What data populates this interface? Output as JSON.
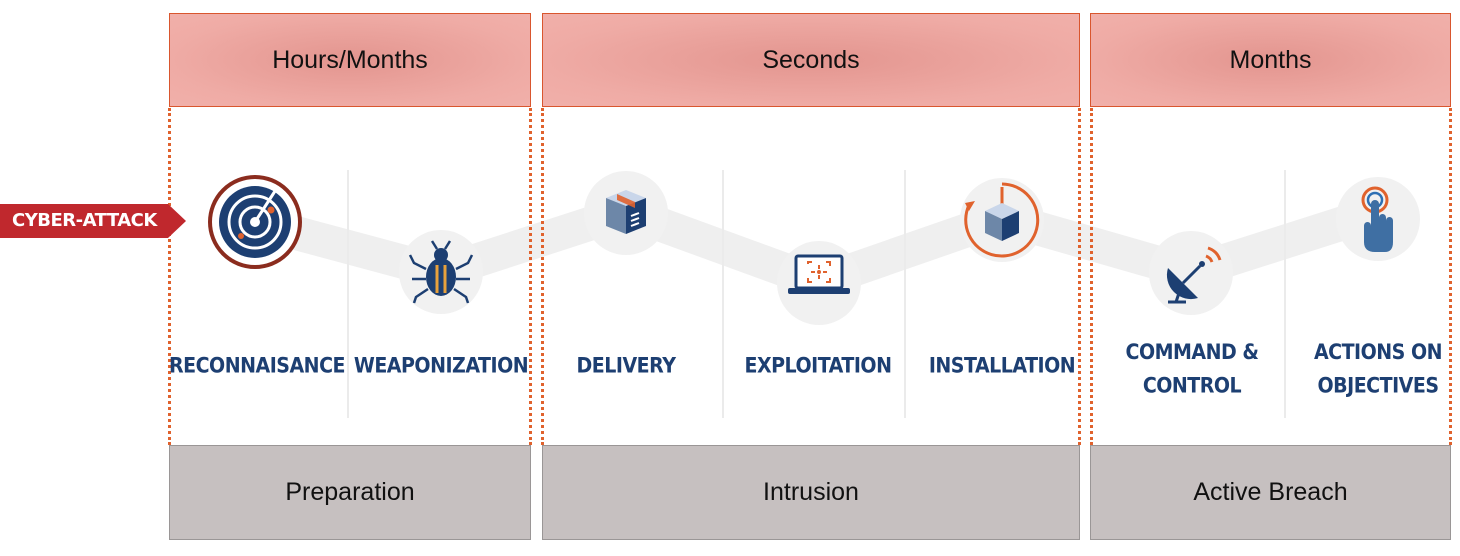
{
  "attack_label": "CYBER-ATTACK",
  "phases": [
    {
      "timeframe": "Hours/Months",
      "name": "Preparation"
    },
    {
      "timeframe": "Seconds",
      "name": "Intrusion"
    },
    {
      "timeframe": "Months",
      "name": "Active Breach"
    }
  ],
  "stages": [
    {
      "lines": [
        "RECONNAISANCE"
      ],
      "icon": "radar-icon"
    },
    {
      "lines": [
        "WEAPONIZATION"
      ],
      "icon": "bug-icon"
    },
    {
      "lines": [
        "DELIVERY"
      ],
      "icon": "package-icon"
    },
    {
      "lines": [
        "EXPLOITATION"
      ],
      "icon": "laptop-target-icon"
    },
    {
      "lines": [
        "INSTALLATION"
      ],
      "icon": "cube-install-icon"
    },
    {
      "lines": [
        "COMMAND &",
        "CONTROL"
      ],
      "icon": "satellite-dish-icon"
    },
    {
      "lines": [
        "ACTIONS ON",
        "OBJECTIVES"
      ],
      "icon": "finger-touch-icon"
    }
  ],
  "colors": {
    "accent_orange": "#e0622d",
    "navy": "#1d3f72",
    "attack_red": "#c0282d",
    "header_fill": "#efaba5",
    "footer_fill": "#c6c0c0"
  }
}
